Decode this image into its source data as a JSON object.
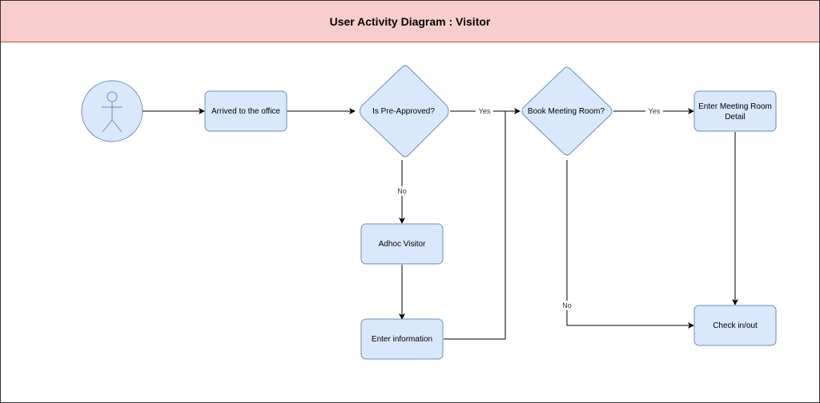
{
  "title": "User Activity Diagram : Visitor",
  "nodes": {
    "arrived": "Arrived to the office",
    "pre_approved": "Is Pre-Approved?",
    "adhoc": "Adhoc Visitor",
    "enter_info": "Enter information",
    "book_room": "Book Meeting Room?",
    "room_detail_1": "Enter Meeting Room",
    "room_detail_2": "Detail",
    "check": "Check in/out"
  },
  "edges": {
    "yes_1": "Yes",
    "no_1": "No",
    "yes_2": "Yes",
    "no_2": "No"
  },
  "colors": {
    "node_fill": "#dae8fc",
    "node_stroke": "#6c8ebf",
    "title_fill": "#f8cecc",
    "title_stroke": "#b85450",
    "edge": "#000000"
  }
}
